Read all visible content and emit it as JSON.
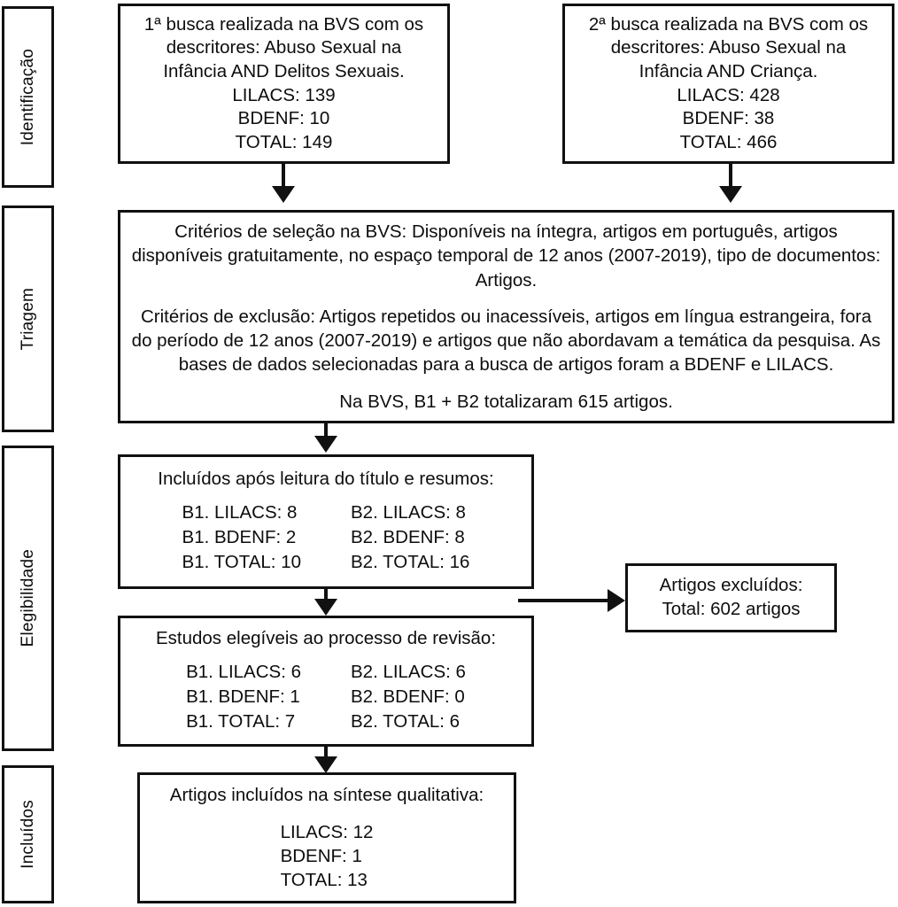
{
  "diagram": {
    "title": "Fluxograma PRISMA de selecao de artigos",
    "stroke_color": "#111111",
    "background_color": "#ffffff"
  },
  "stages": [
    {
      "id": "identificacao",
      "label": "Identificação"
    },
    {
      "id": "triagem",
      "label": "Triagem"
    },
    {
      "id": "elegibilidade",
      "label": "Elegibilidade"
    },
    {
      "id": "incluidos",
      "label": "Incluídos"
    }
  ],
  "boxes": {
    "search1": {
      "lines": [
        "1ª busca realizada na BVS com os",
        "descritores: Abuso Sexual na",
        "Infância AND Delitos Sexuais.",
        "LILACS: 139",
        "BDENF: 10",
        "TOTAL: 149"
      ]
    },
    "search2": {
      "lines": [
        "2ª busca realizada na BVS com os",
        "descritores: Abuso Sexual na",
        "Infância AND Criança.",
        "LILACS: 428",
        "BDENF: 38",
        "TOTAL: 466"
      ]
    },
    "criteria": {
      "paragraphs": [
        "Critérios de seleção na BVS: Disponíveis na íntegra, artigos em português, artigos disponíveis gratuitamente, no espaço temporal de 12 anos (2007-2019), tipo de documentos: Artigos.",
        "Critérios de exclusão: Artigos repetidos ou inacessíveis, artigos em língua estrangeira, fora do período de 12 anos (2007-2019) e artigos que não abordavam a temática da pesquisa. As bases de dados selecionadas para a busca de artigos foram a BDENF e LILACS.",
        "Na BVS, B1 + B2 totalizaram 615 artigos."
      ]
    },
    "included_after_title": {
      "heading": "Incluídos após leitura do título e resumos:",
      "column_b1": [
        "B1. LILACS: 8",
        "B1. BDENF: 2",
        "B1. TOTAL: 10"
      ],
      "column_b2": [
        "B2. LILACS: 8",
        "B2. BDENF: 8",
        "B2. TOTAL: 16"
      ]
    },
    "eligible_studies": {
      "heading": "Estudos elegíveis ao processo de revisão:",
      "column_b1": [
        "B1. LILACS: 6",
        "B1. BDENF: 1",
        "B1. TOTAL: 7"
      ],
      "column_b2": [
        "B2. LILACS: 6",
        "B2. BDENF: 0",
        "B2. TOTAL: 6"
      ]
    },
    "excluded": {
      "lines": [
        "Artigos excluídos:",
        "Total: 602 artigos"
      ]
    },
    "final_synthesis": {
      "heading": "Artigos incluídos na síntese qualitativa:",
      "counts": [
        "LILACS: 12",
        "BDENF: 1",
        "TOTAL: 13"
      ]
    }
  }
}
